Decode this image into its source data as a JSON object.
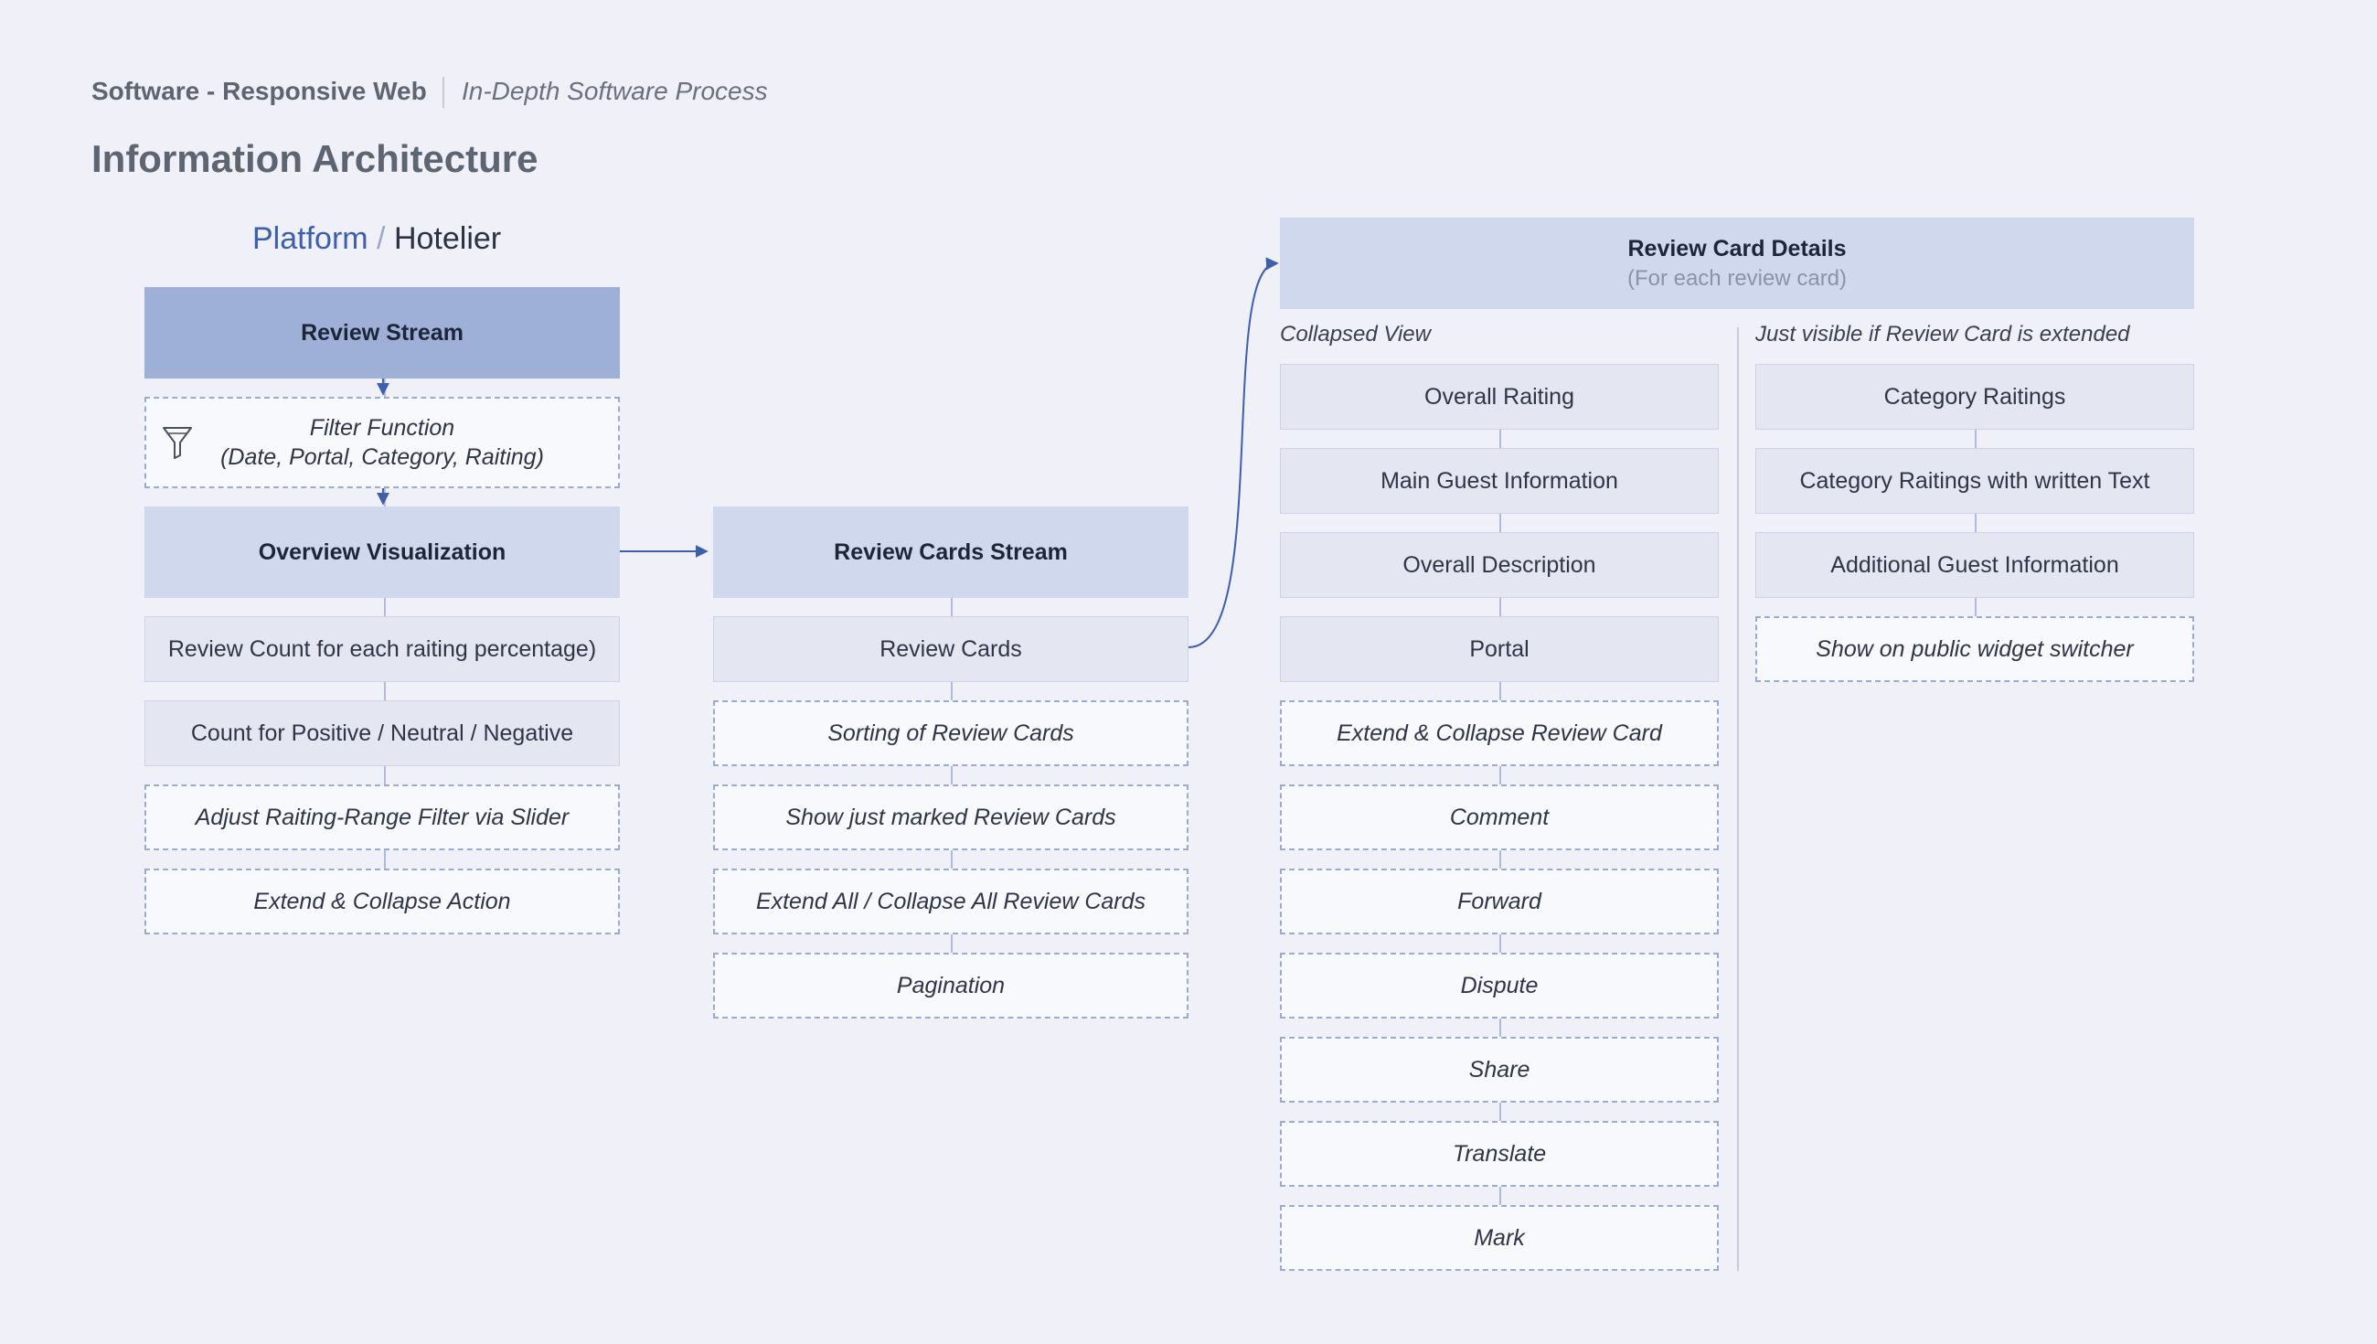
{
  "header": {
    "title": "Software - Responsive Web",
    "subtitle": "In-Depth Software Process"
  },
  "page_title": "Information Architecture",
  "breadcrumb": {
    "primary": "Platform",
    "separator": "/",
    "secondary": "Hotelier"
  },
  "colors": {
    "background": "#eff0f8",
    "accent": "#3d5fad",
    "header_box_dark": "#9fb0d8",
    "header_box": "#d0d8ed",
    "item_box": "#e4e7f2",
    "feature_box_border": "#9aaad1"
  },
  "column1": {
    "review_stream": "Review Stream",
    "filter": {
      "icon": "funnel-icon",
      "line1": "Filter Function",
      "line2": "(Date, Portal, Category, Raiting)"
    },
    "overview": "Overview Visualization",
    "items": [
      "Review Count for each raiting percentage)",
      "Count for Positive / Neutral / Negative"
    ],
    "features": [
      "Adjust Raiting-Range Filter via Slider",
      "Extend & Collapse Action"
    ]
  },
  "column2": {
    "head": "Review Cards Stream",
    "items": [
      "Review Cards"
    ],
    "features": [
      "Sorting of Review Cards",
      "Show just marked Review Cards",
      "Extend All / Collapse All Review Cards",
      "Pagination"
    ]
  },
  "details": {
    "title": "Review Card Details",
    "subtitle": "(For each review card)",
    "collapsed": {
      "label": "Collapsed View",
      "items": [
        "Overall Raiting",
        "Main Guest Information",
        "Overall Description",
        "Portal"
      ],
      "features": [
        "Extend & Collapse Review Card",
        "Comment",
        "Forward",
        "Dispute",
        "Share",
        "Translate",
        "Mark"
      ]
    },
    "extended": {
      "label": "Just visible if Review Card is extended",
      "items": [
        "Category Raitings",
        "Category Raitings with written Text",
        "Additional Guest Information"
      ],
      "features": [
        "Show on public widget switcher"
      ]
    }
  }
}
